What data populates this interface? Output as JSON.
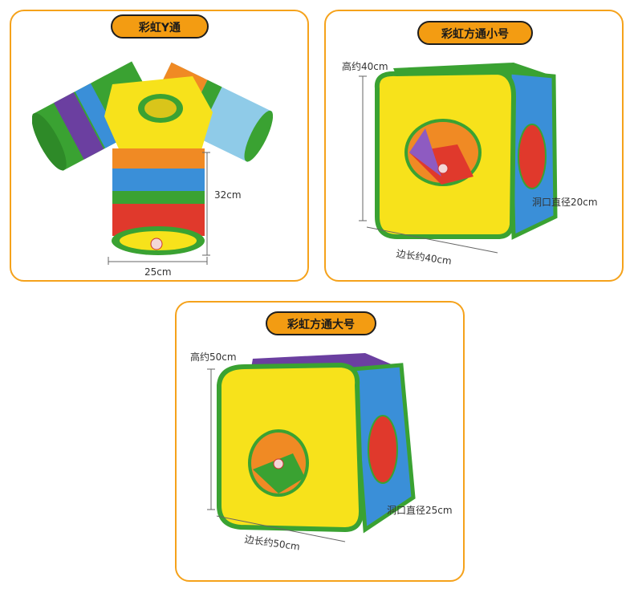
{
  "panels": {
    "y_tunnel": {
      "title": "彩虹Y通",
      "height": "32cm",
      "width": "25cm"
    },
    "cube_small": {
      "title": "彩虹方通小号",
      "height": "高约40cm",
      "hole": "洞口直径20cm",
      "side": "边长约40cm"
    },
    "cube_large": {
      "title": "彩虹方通大号",
      "height": "高约50cm",
      "hole": "洞口直径25cm",
      "side": "边长约50cm"
    }
  },
  "colors": {
    "frame_border": "#f5a21b",
    "pill_fill": "#f39c12",
    "green": "#3aa232",
    "yellow": "#f7e21b",
    "blue": "#3a8fd8",
    "purple": "#6b3fa0",
    "orange": "#f08a24",
    "red": "#e0392c",
    "light_blue": "#8fcbe8"
  }
}
